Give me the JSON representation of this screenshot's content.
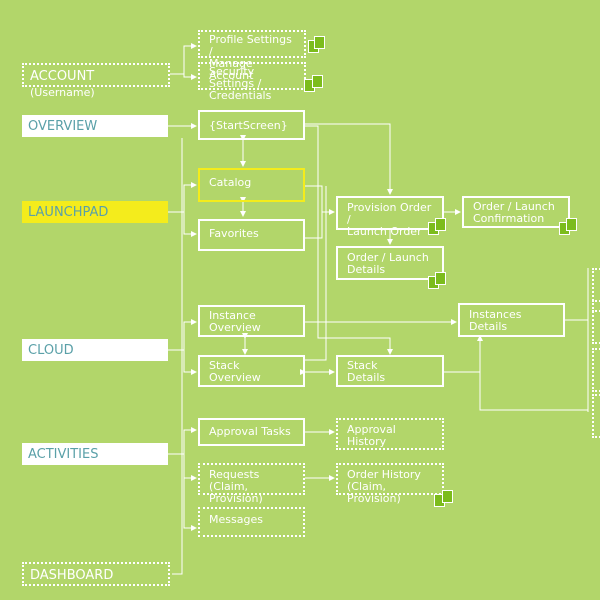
{
  "nav": {
    "account": "ACCOUNT",
    "account_sub": "(Username)",
    "overview": "OVERVIEW",
    "launchpad": "LAUNCHPAD",
    "cloud": "CLOUD",
    "activities": "ACTIVITIES",
    "dashboard": "DASHBOARD"
  },
  "boxes": {
    "profile": "Profile Settings /\nManage Account",
    "security": "Security Settings /\nCredentials",
    "start": "{StartScreen}",
    "catalog": "Catalog",
    "favorites": "Favorites",
    "provision": "Provision Order /\nLaunch Order",
    "confirm": "Order / Launch\nConfirmation",
    "orderdetails": "Order / Launch\nDetails",
    "instov": "Instance\nOverview",
    "stackov": "Stack\nOverview",
    "stackdet": "Stack\nDetails",
    "instdet": "Instances\nDetails",
    "approvaltasks": "Approval Tasks",
    "approvalhist": "Approval\nHistory",
    "requests": "Requests\n(Claim, Provision)",
    "orderhist": "Order History\n(Claim, Provision)",
    "messages": "Messages"
  },
  "colors": {
    "background": "#b2d66a",
    "line": "#ffffff",
    "highlight": "#f4ec1c",
    "page_icon": "#7cbc1c"
  }
}
